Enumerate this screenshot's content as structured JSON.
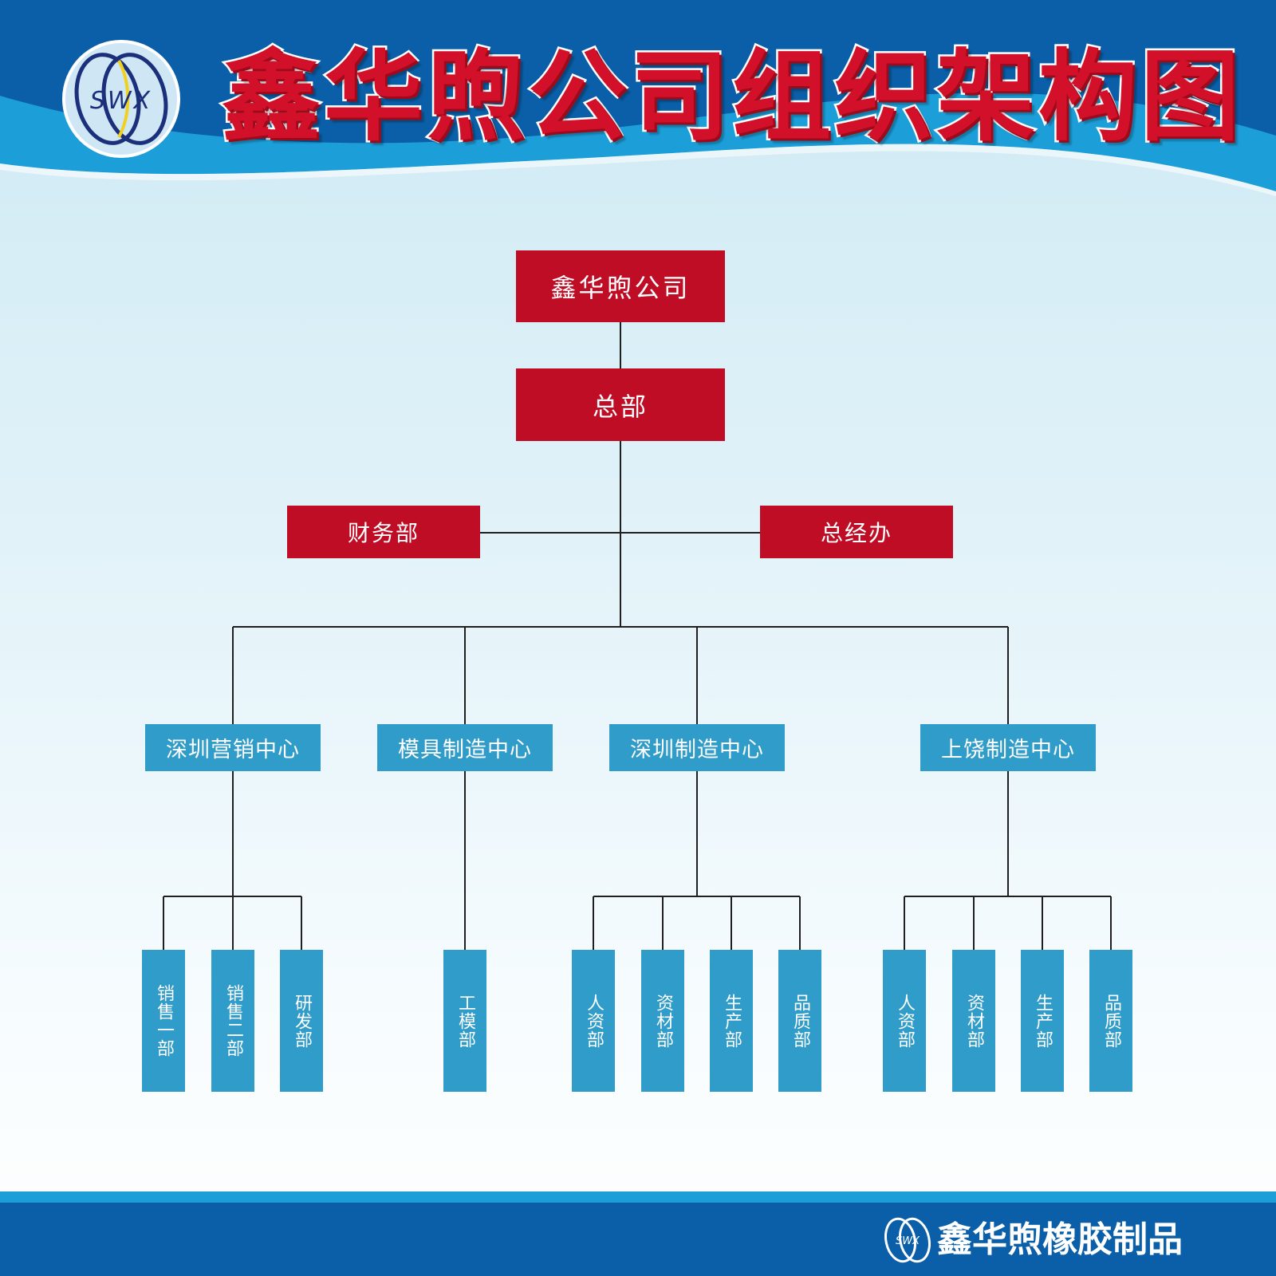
{
  "header": {
    "title": "鑫华煦公司组织架构图",
    "logo_text": "SWX",
    "colors": {
      "band": "#0a5fa8",
      "wave": "#1c9ed8",
      "title": "#d3102a"
    }
  },
  "org": {
    "root": "鑫华煦公司",
    "hq": "总部",
    "side_left": "财务部",
    "side_right": "总经办",
    "centers": [
      {
        "name": "深圳营销中心",
        "departments": [
          "销售一部",
          "销售二部",
          "研发部"
        ]
      },
      {
        "name": "模具制造中心",
        "departments": [
          "工模部"
        ]
      },
      {
        "name": "深圳制造中心",
        "departments": [
          "人资部",
          "资材部",
          "生产部",
          "品质部"
        ]
      },
      {
        "name": "上饶制造中心",
        "departments": [
          "人资部",
          "资材部",
          "生产部",
          "品质部"
        ]
      }
    ],
    "colors": {
      "top_level": "#c00d26",
      "lower_level": "#2f9cca"
    }
  },
  "footer": {
    "brand": "鑫华煦橡胶制品",
    "logo_text": "SWX"
  }
}
